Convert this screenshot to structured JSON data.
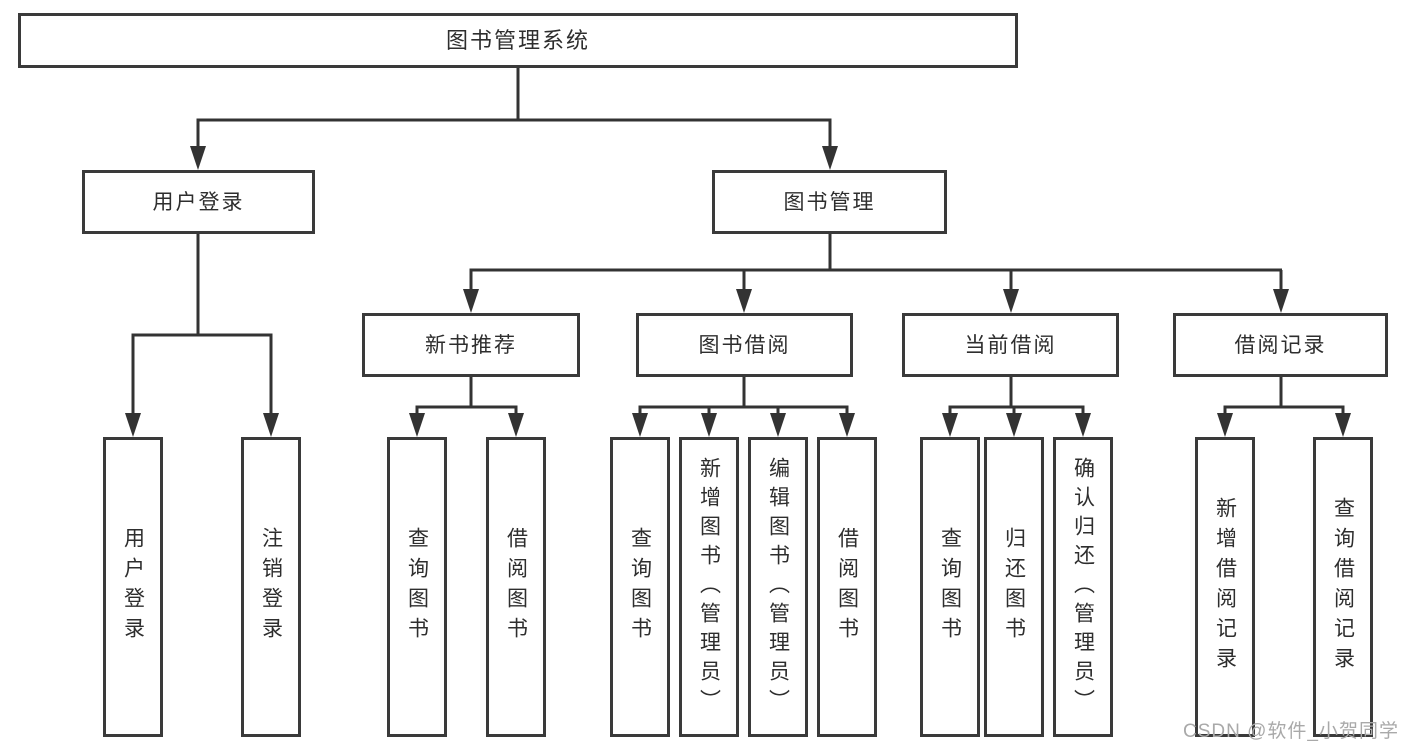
{
  "diagram": {
    "root": {
      "label": "图书管理系统"
    },
    "level2": [
      {
        "label": "用户登录"
      },
      {
        "label": "图书管理"
      }
    ],
    "level3": [
      {
        "label": "新书推荐"
      },
      {
        "label": "图书借阅"
      },
      {
        "label": "当前借阅"
      },
      {
        "label": "借阅记录"
      }
    ],
    "leaves": {
      "user_login": [
        {
          "label": "用户登录"
        },
        {
          "label": "注销登录"
        }
      ],
      "new_book_recommend": [
        {
          "label": "查询图书"
        },
        {
          "label": "借阅图书"
        }
      ],
      "book_borrow": [
        {
          "label": "查询图书"
        },
        {
          "label": "新增图书（管理员）"
        },
        {
          "label": "编辑图书（管理员）"
        },
        {
          "label": "借阅图书"
        }
      ],
      "current_borrow": [
        {
          "label": "查询图书"
        },
        {
          "label": "归还图书"
        },
        {
          "label": "确认归还（管理员）"
        }
      ],
      "borrow_record": [
        {
          "label": "新增借阅记录"
        },
        {
          "label": "查询借阅记录"
        }
      ]
    }
  },
  "watermark": {
    "text": "CSDN @软件_小贺同学"
  },
  "colors": {
    "background": "#ffffff",
    "box_border": "#3a3a3a",
    "text": "#2e2e2e",
    "connector_line": "#333333",
    "watermark_text": "#a9a9a9"
  }
}
